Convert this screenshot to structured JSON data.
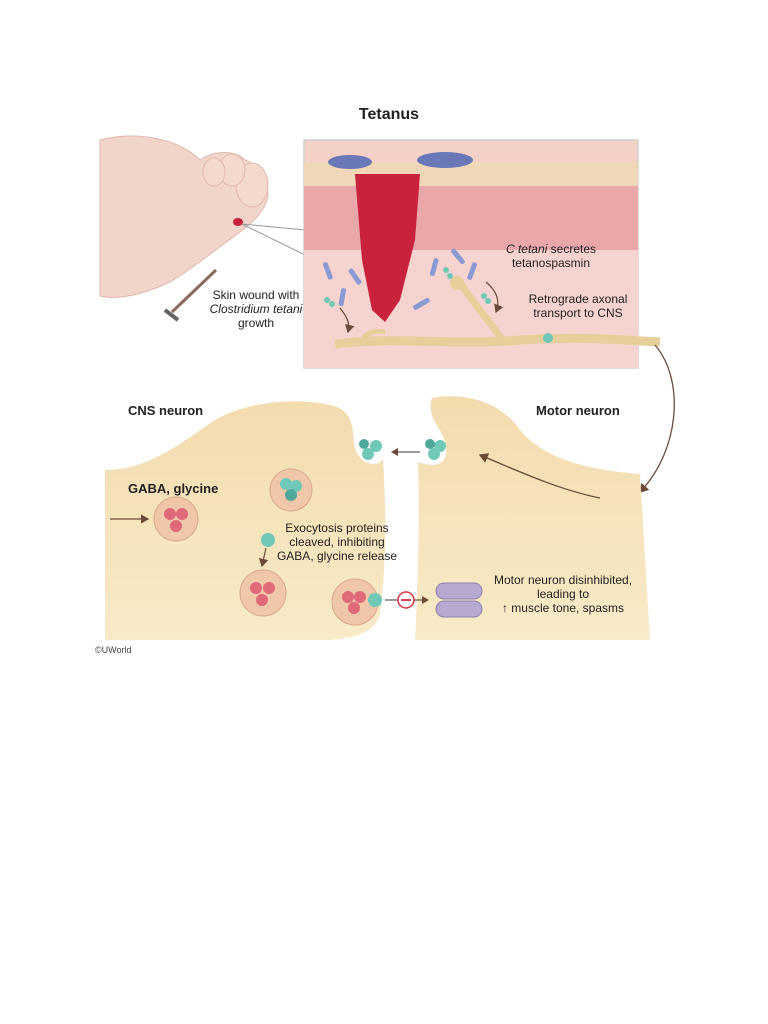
{
  "title": "Tetanus",
  "labels": {
    "wound_line1": "Skin wound with",
    "wound_line2": "Clostridium tetani",
    "wound_line3": "growth",
    "secretes_italic": "C tetani",
    "secretes_rest": " secretes",
    "secretes_line2": "tetanospasmin",
    "retro_line1": "Retrograde axonal",
    "retro_line2": "transport to CNS",
    "cns_neuron": "CNS neuron",
    "motor_neuron": "Motor neuron",
    "gaba": "GABA, glycine",
    "exo_line1": "Exocytosis proteins",
    "exo_line2": "cleaved, inhibiting",
    "exo_line3": "GABA, glycine release",
    "disinh_line1": "Motor neuron disinhibited,",
    "disinh_line2": "leading to",
    "disinh_line3": "↑ muscle tone, spasms",
    "copyright": "©UWorld"
  },
  "colors": {
    "neuron": "#f6e3b4",
    "skin": "#f2c7c4",
    "wound": "#c8223c",
    "toxin": "#6fc8b8",
    "vesicle_dot": "#e06a7a",
    "receptor": "#b7a9cf",
    "bacteria": "#8a9bd4",
    "inhibit": "#d8323c"
  }
}
